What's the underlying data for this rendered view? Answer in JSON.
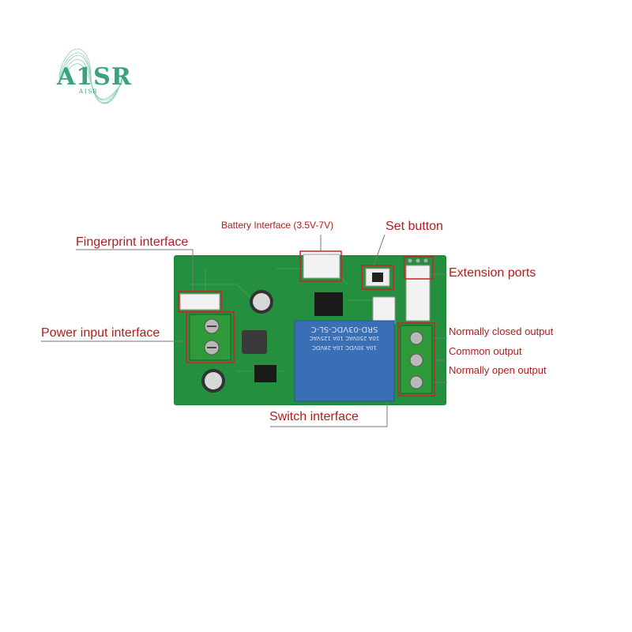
{
  "logo": {
    "text": "A1SR",
    "subtext": "A1SR"
  },
  "labels": {
    "battery": "Battery Interface (3.5V-7V)",
    "set_button": "Set button",
    "fingerprint": "Fingerprint interface",
    "extension": "Extension ports",
    "power_input": "Power input interface",
    "nc_output": "Normally closed output",
    "common_output": "Common output",
    "no_output": "Normally open output",
    "switch": "Switch interface"
  },
  "relay_text": {
    "line1": "SRD-03VDC-SL-C",
    "line2": "10A 250VAC 10A 125VAC",
    "line3": "10A 30VDC 10A 28VDC"
  },
  "colors": {
    "pcb": "#1f8a3a",
    "relay": "#3b6fb5",
    "annotation": "#b11d1d",
    "terminal": "#2f9a3a"
  }
}
